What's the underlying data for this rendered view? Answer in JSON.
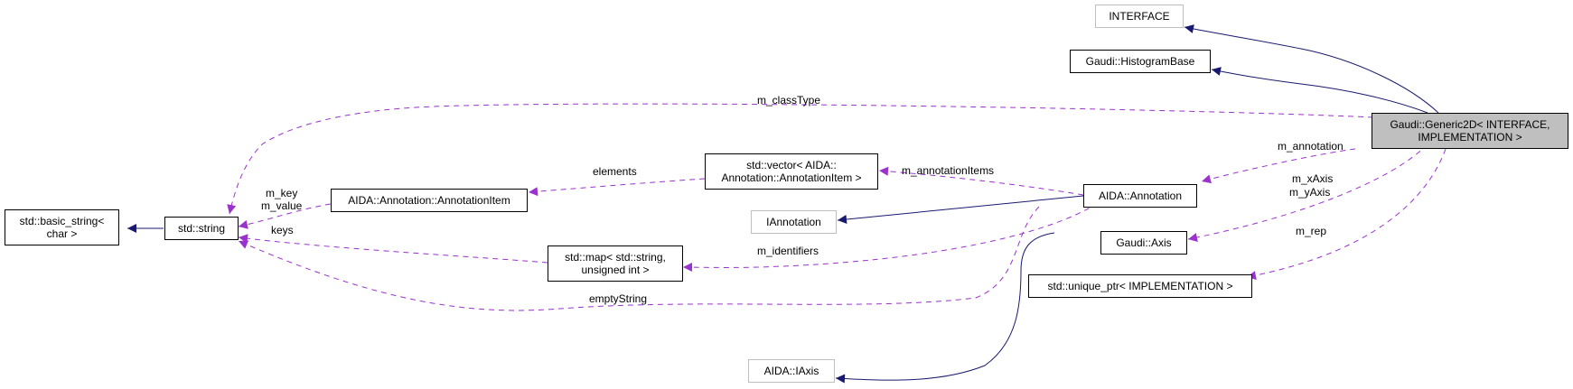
{
  "nodes": {
    "interface": "INTERFACE",
    "histogram_base": "Gaudi::HistogramBase",
    "generic2d": [
      "Gaudi::Generic2D< INTERFACE,",
      "IMPLEMENTATION >"
    ],
    "basic_string": [
      "std::basic_string<",
      "char >"
    ],
    "std_string": "std::string",
    "annotation_item": "AIDA::Annotation::AnnotationItem",
    "vector_annotation_item": [
      "std::vector< AIDA::",
      "Annotation::AnnotationItem >"
    ],
    "iannotation": "IAnnotation",
    "aida_annotation": "AIDA::Annotation",
    "map_string_uint": [
      "std::map< std::string,",
      "unsigned int >"
    ],
    "gaudi_axis": "Gaudi::Axis",
    "unique_ptr_impl": "std::unique_ptr< IMPLEMENTATION >",
    "aida_iaxis": "AIDA::IAxis"
  },
  "edge_labels": {
    "m_classType": "m_classType",
    "m_annotation": "m_annotation",
    "m_xAxis": "m_xAxis",
    "m_yAxis": "m_yAxis",
    "m_rep": "m_rep",
    "elements": "elements",
    "m_annotationItems": "m_annotationItems",
    "m_key": "m_key",
    "m_value": "m_value",
    "keys": "keys",
    "m_identifiers": "m_identifiers",
    "emptyString": "emptyString"
  },
  "colors": {
    "inheritance": "#191970",
    "usage": "#9a32cd",
    "main_fill": "#bfbfbf",
    "external_border": "#bfbfbf"
  }
}
